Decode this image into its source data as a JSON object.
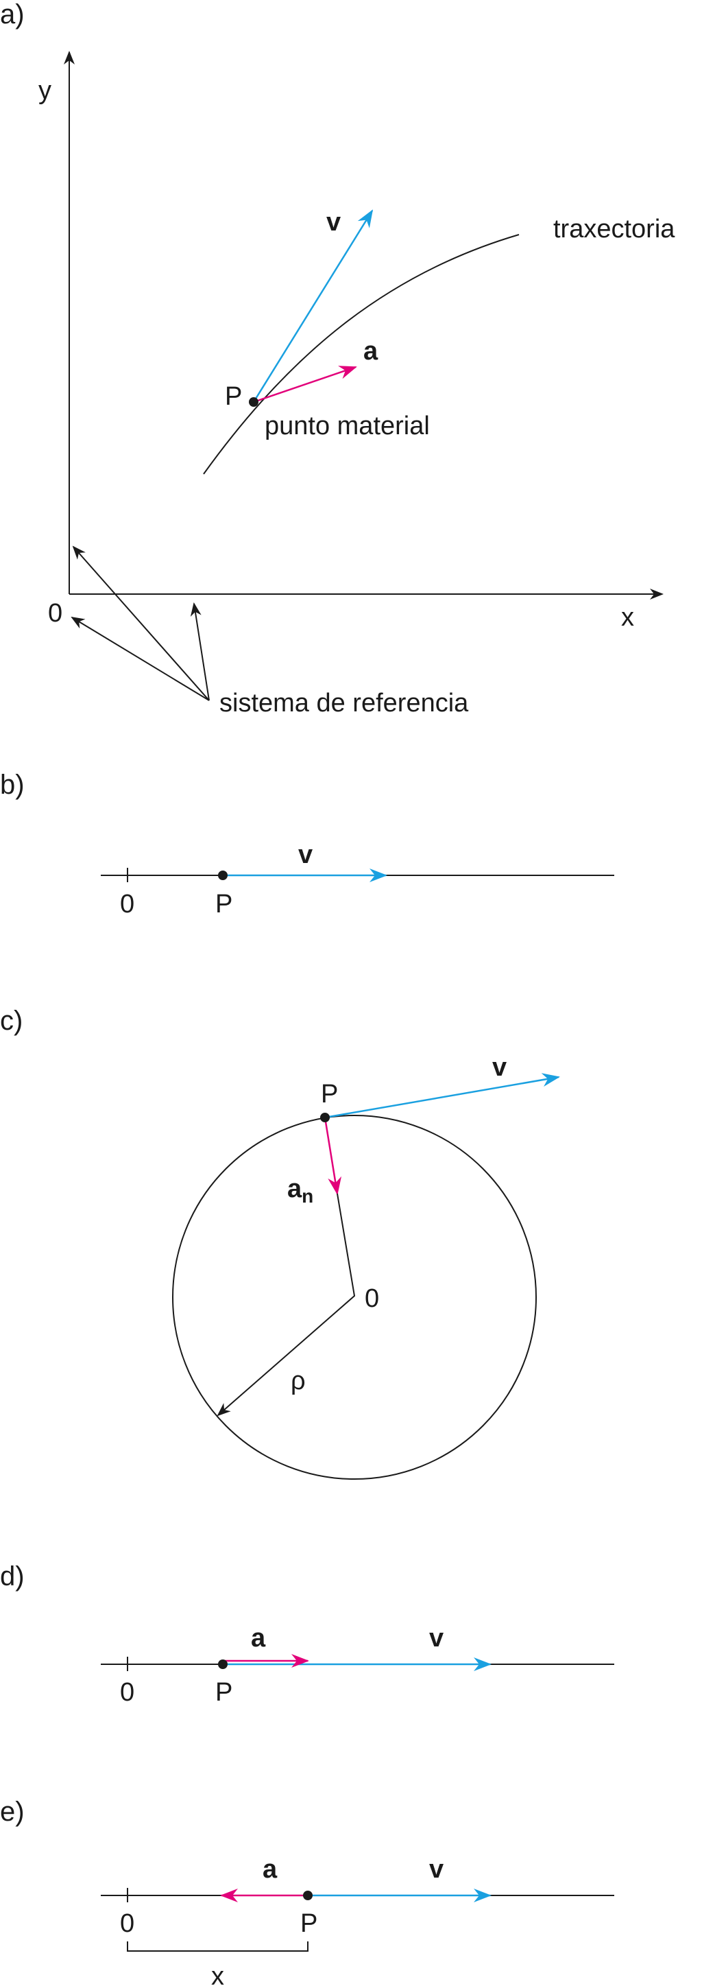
{
  "colors": {
    "velocity": "#1aa0e0",
    "acceleration": "#e2007a",
    "ink": "#1a1a1a"
  },
  "panel_a": {
    "label": "a)",
    "y_axis": "y",
    "x_axis": "x",
    "origin": "0",
    "velocity": "v",
    "acceleration": "a",
    "point": "P",
    "point_caption": "punto material",
    "trajectory": "traxectoria",
    "reference_system": "sistema de referencia"
  },
  "panel_b": {
    "label": "b)",
    "origin": "0",
    "point": "P",
    "velocity": "v"
  },
  "panel_c": {
    "label": "c)",
    "point": "P",
    "velocity": "v",
    "normal_accel": "a",
    "normal_accel_sub": "n",
    "center": "0",
    "radius": "ρ"
  },
  "panel_d": {
    "label": "d)",
    "origin": "0",
    "point": "P",
    "velocity": "v",
    "acceleration": "a"
  },
  "panel_e": {
    "label": "e)",
    "origin": "0",
    "point": "P",
    "velocity": "v",
    "acceleration": "a",
    "distance": "x"
  }
}
